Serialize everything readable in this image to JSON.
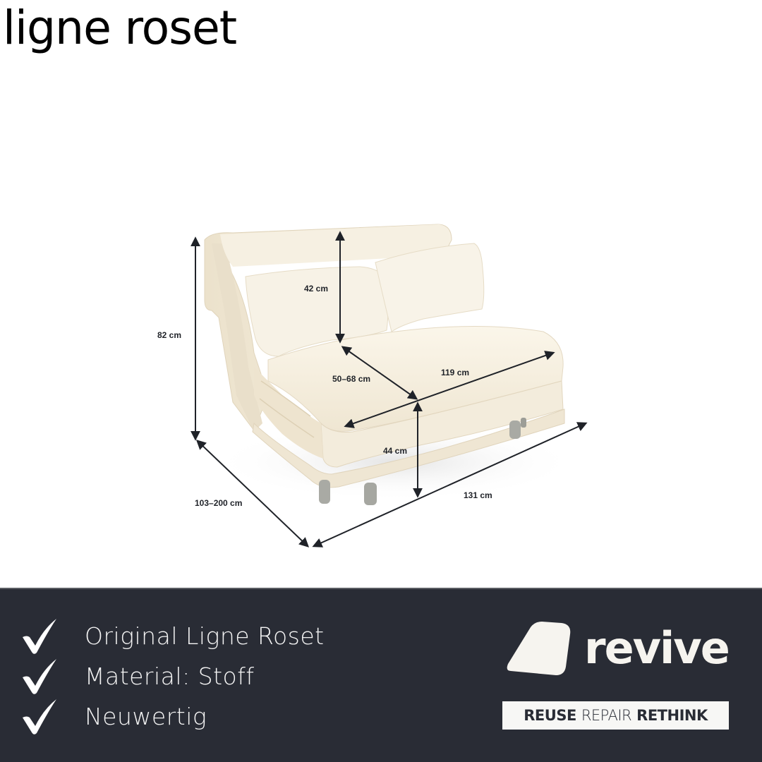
{
  "header": {
    "brand_logo_text": "ligne roset"
  },
  "product_image": {
    "subject": "cream fabric sofa bed with two cushions and metal legs",
    "colors": {
      "fabric": "#f4eddc",
      "fabric_shadow": "#e3d8c2",
      "legs": "#a9aaa4",
      "arrows": "#1f2228"
    }
  },
  "dimensions": {
    "total_height": "82 cm",
    "backrest_height": "42 cm",
    "seat_depth": "50–68 cm",
    "seat_width": "119 cm",
    "seat_height": "44 cm",
    "depth": "103–200 cm",
    "width": "131 cm"
  },
  "footer": {
    "background": "#292c35",
    "features": [
      {
        "icon": "checkmark-icon",
        "label": "Original Ligne Roset"
      },
      {
        "icon": "checkmark-icon",
        "label": "Material: Stoff"
      },
      {
        "icon": "checkmark-icon",
        "label": "Neuwertig"
      }
    ],
    "revive_logo": {
      "wordmark": "revive",
      "tagline": {
        "part1": "REUSE",
        "part2": "REPAIR",
        "part3": "RETHINK"
      }
    }
  }
}
